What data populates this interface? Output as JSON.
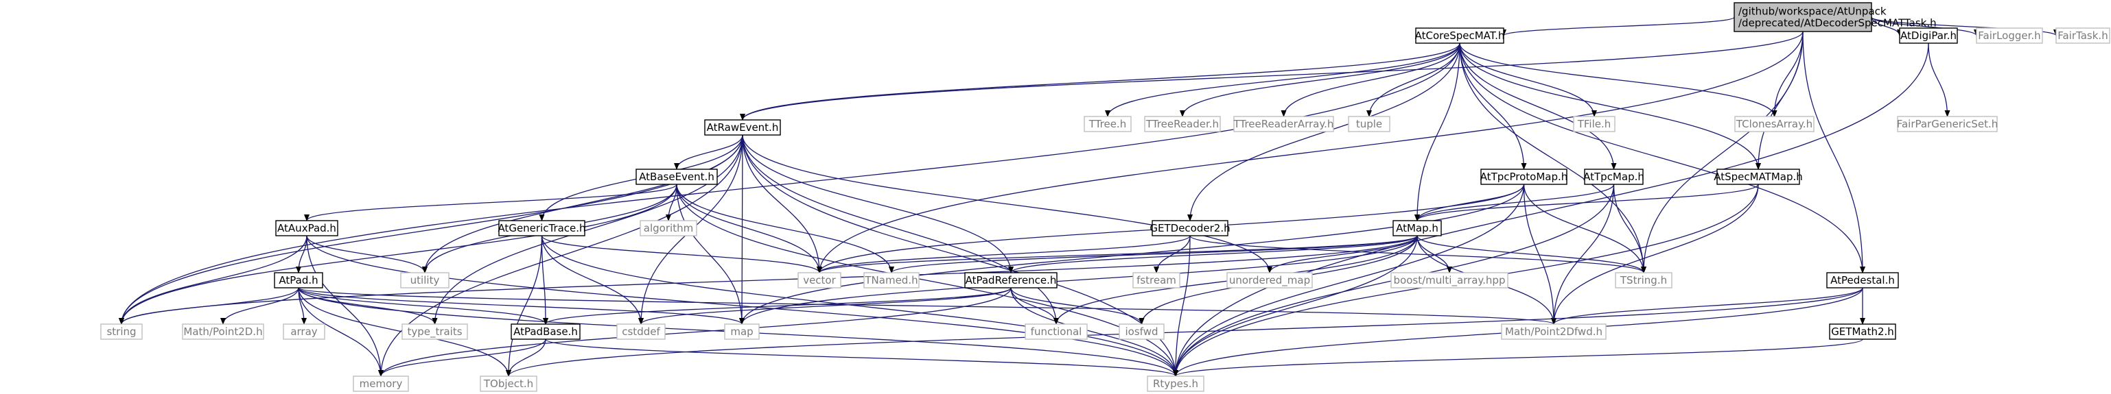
{
  "graph": {
    "nodes": [
      {
        "id": "root",
        "lines": [
          "/github/workspace/AtUnpack",
          "/deprecated/AtDecoderSpecMATTask.h"
        ],
        "kind": "root"
      },
      {
        "id": "AtCoreSpecMAT",
        "lines": [
          "AtCoreSpecMAT.h"
        ],
        "kind": "file"
      },
      {
        "id": "AtDigiPar",
        "lines": [
          "AtDigiPar.h"
        ],
        "kind": "file"
      },
      {
        "id": "FairLogger",
        "lines": [
          "FairLogger.h"
        ],
        "kind": "system"
      },
      {
        "id": "FairTask",
        "lines": [
          "FairTask.h"
        ],
        "kind": "system"
      },
      {
        "id": "FairParGenericSet",
        "lines": [
          "FairParGenericSet.h"
        ],
        "kind": "system"
      },
      {
        "id": "AtRawEvent",
        "lines": [
          "AtRawEvent.h"
        ],
        "kind": "file"
      },
      {
        "id": "TTree",
        "lines": [
          "TTree.h"
        ],
        "kind": "system"
      },
      {
        "id": "TTreeReader",
        "lines": [
          "TTreeReader.h"
        ],
        "kind": "system"
      },
      {
        "id": "TTreeReaderArray",
        "lines": [
          "TTreeReaderArray.h"
        ],
        "kind": "system"
      },
      {
        "id": "tuple",
        "lines": [
          "tuple"
        ],
        "kind": "system"
      },
      {
        "id": "TFile",
        "lines": [
          "TFile.h"
        ],
        "kind": "system"
      },
      {
        "id": "TClonesArray",
        "lines": [
          "TClonesArray.h"
        ],
        "kind": "system"
      },
      {
        "id": "AtBaseEvent",
        "lines": [
          "AtBaseEvent.h"
        ],
        "kind": "file"
      },
      {
        "id": "AtTpcProtoMap",
        "lines": [
          "AtTpcProtoMap.h"
        ],
        "kind": "file"
      },
      {
        "id": "AtTpcMap",
        "lines": [
          "AtTpcMap.h"
        ],
        "kind": "file"
      },
      {
        "id": "AtSpecMATMap",
        "lines": [
          "AtSpecMATMap.h"
        ],
        "kind": "file"
      },
      {
        "id": "AtAuxPad",
        "lines": [
          "AtAuxPad.h"
        ],
        "kind": "file"
      },
      {
        "id": "AtGenericTrace",
        "lines": [
          "AtGenericTrace.h"
        ],
        "kind": "file"
      },
      {
        "id": "algorithm",
        "lines": [
          "algorithm"
        ],
        "kind": "system"
      },
      {
        "id": "GETDecoder2",
        "lines": [
          "GETDecoder2.h"
        ],
        "kind": "file"
      },
      {
        "id": "AtMap",
        "lines": [
          "AtMap.h"
        ],
        "kind": "file"
      },
      {
        "id": "utility",
        "lines": [
          "utility"
        ],
        "kind": "system"
      },
      {
        "id": "vector",
        "lines": [
          "vector"
        ],
        "kind": "system"
      },
      {
        "id": "TNamed",
        "lines": [
          "TNamed.h"
        ],
        "kind": "system"
      },
      {
        "id": "fstream",
        "lines": [
          "fstream"
        ],
        "kind": "system"
      },
      {
        "id": "unordered_map",
        "lines": [
          "unordered_map"
        ],
        "kind": "system"
      },
      {
        "id": "boost_multi_array",
        "lines": [
          "boost/multi_array.hpp"
        ],
        "kind": "system"
      },
      {
        "id": "TString",
        "lines": [
          "TString.h"
        ],
        "kind": "system"
      },
      {
        "id": "AtPad",
        "lines": [
          "AtPad.h"
        ],
        "kind": "file"
      },
      {
        "id": "AtPadReference",
        "lines": [
          "AtPadReference.h"
        ],
        "kind": "file"
      },
      {
        "id": "AtPedestal",
        "lines": [
          "AtPedestal.h"
        ],
        "kind": "file"
      },
      {
        "id": "string",
        "lines": [
          "string"
        ],
        "kind": "system"
      },
      {
        "id": "Point2D",
        "lines": [
          "Math/Point2D.h"
        ],
        "kind": "system"
      },
      {
        "id": "array",
        "lines": [
          "array"
        ],
        "kind": "system"
      },
      {
        "id": "type_traits",
        "lines": [
          "type_traits"
        ],
        "kind": "system"
      },
      {
        "id": "cstddef",
        "lines": [
          "cstddef"
        ],
        "kind": "system"
      },
      {
        "id": "map",
        "lines": [
          "map"
        ],
        "kind": "system"
      },
      {
        "id": "functional",
        "lines": [
          "functional"
        ],
        "kind": "system"
      },
      {
        "id": "iosfwd",
        "lines": [
          "iosfwd"
        ],
        "kind": "system"
      },
      {
        "id": "Point2Dfwd",
        "lines": [
          "Math/Point2Dfwd.h"
        ],
        "kind": "system"
      },
      {
        "id": "AtPadBase",
        "lines": [
          "AtPadBase.h"
        ],
        "kind": "file"
      },
      {
        "id": "GETMath2",
        "lines": [
          "GETMath2.h"
        ],
        "kind": "file"
      },
      {
        "id": "memory",
        "lines": [
          "memory"
        ],
        "kind": "system"
      },
      {
        "id": "TObject",
        "lines": [
          "TObject.h"
        ],
        "kind": "system"
      },
      {
        "id": "Rtypes",
        "lines": [
          "Rtypes.h"
        ],
        "kind": "system"
      }
    ],
    "edges": [
      [
        "root",
        "AtCoreSpecMAT"
      ],
      [
        "root",
        "AtDigiPar"
      ],
      [
        "root",
        "FairLogger"
      ],
      [
        "root",
        "FairTask"
      ],
      [
        "root",
        "AtRawEvent"
      ],
      [
        "root",
        "TClonesArray"
      ],
      [
        "root",
        "AtSpecMATMap"
      ],
      [
        "root",
        "AtPedestal"
      ],
      [
        "root",
        "TString"
      ],
      [
        "root",
        "vector"
      ],
      [
        "AtDigiPar",
        "FairParGenericSet"
      ],
      [
        "AtDigiPar",
        "Rtypes"
      ],
      [
        "AtCoreSpecMAT",
        "AtRawEvent"
      ],
      [
        "AtCoreSpecMAT",
        "TTree"
      ],
      [
        "AtCoreSpecMAT",
        "TTreeReader"
      ],
      [
        "AtCoreSpecMAT",
        "TTreeReaderArray"
      ],
      [
        "AtCoreSpecMAT",
        "tuple"
      ],
      [
        "AtCoreSpecMAT",
        "TFile"
      ],
      [
        "AtCoreSpecMAT",
        "TClonesArray"
      ],
      [
        "AtCoreSpecMAT",
        "AtTpcProtoMap"
      ],
      [
        "AtCoreSpecMAT",
        "AtTpcMap"
      ],
      [
        "AtCoreSpecMAT",
        "AtSpecMATMap"
      ],
      [
        "AtCoreSpecMAT",
        "GETDecoder2"
      ],
      [
        "AtCoreSpecMAT",
        "AtMap"
      ],
      [
        "AtCoreSpecMAT",
        "AtPedestal"
      ],
      [
        "AtCoreSpecMAT",
        "TString"
      ],
      [
        "AtCoreSpecMAT",
        "string"
      ],
      [
        "AtRawEvent",
        "AtBaseEvent"
      ],
      [
        "AtRawEvent",
        "AtGenericTrace"
      ],
      [
        "AtRawEvent",
        "AtPadReference"
      ],
      [
        "AtRawEvent",
        "vector"
      ],
      [
        "AtRawEvent",
        "map"
      ],
      [
        "AtRawEvent",
        "utility"
      ],
      [
        "AtRawEvent",
        "type_traits"
      ],
      [
        "AtRawEvent",
        "unordered_map"
      ],
      [
        "AtRawEvent",
        "functional"
      ],
      [
        "AtRawEvent",
        "memory"
      ],
      [
        "AtRawEvent",
        "string"
      ],
      [
        "AtRawEvent",
        "Rtypes"
      ],
      [
        "AtRawEvent",
        "cstddef"
      ],
      [
        "AtBaseEvent",
        "AtAuxPad"
      ],
      [
        "AtBaseEvent",
        "algorithm"
      ],
      [
        "AtBaseEvent",
        "utility"
      ],
      [
        "AtBaseEvent",
        "TNamed"
      ],
      [
        "AtBaseEvent",
        "vector"
      ],
      [
        "AtBaseEvent",
        "string"
      ],
      [
        "AtBaseEvent",
        "map"
      ],
      [
        "AtBaseEvent",
        "Rtypes"
      ],
      [
        "AtAuxPad",
        "AtPad"
      ],
      [
        "AtAuxPad",
        "utility"
      ],
      [
        "AtAuxPad",
        "string"
      ],
      [
        "AtAuxPad",
        "memory"
      ],
      [
        "AtAuxPad",
        "Rtypes"
      ],
      [
        "AtPad",
        "AtPadBase"
      ],
      [
        "AtPad",
        "string"
      ],
      [
        "AtPad",
        "Point2D"
      ],
      [
        "AtPad",
        "array"
      ],
      [
        "AtPad",
        "type_traits"
      ],
      [
        "AtPad",
        "memory"
      ],
      [
        "AtPad",
        "map"
      ],
      [
        "AtPad",
        "Rtypes"
      ],
      [
        "AtPad",
        "Point2Dfwd"
      ],
      [
        "AtPad",
        "TObject"
      ],
      [
        "AtGenericTrace",
        "AtPadBase"
      ],
      [
        "AtGenericTrace",
        "vector"
      ],
      [
        "AtGenericTrace",
        "cstddef"
      ],
      [
        "AtGenericTrace",
        "TObject"
      ],
      [
        "AtGenericTrace",
        "Rtypes"
      ],
      [
        "AtPadBase",
        "memory"
      ],
      [
        "AtPadBase",
        "TObject"
      ],
      [
        "AtPadBase",
        "Rtypes"
      ],
      [
        "AtPadReference",
        "functional"
      ],
      [
        "AtPadReference",
        "iosfwd"
      ],
      [
        "AtPadReference",
        "Rtypes"
      ],
      [
        "AtPadReference",
        "cstddef"
      ],
      [
        "AtPadReference",
        "memory"
      ],
      [
        "AtPadReference",
        "AtPadBase"
      ],
      [
        "AtTpcProtoMap",
        "AtMap"
      ],
      [
        "AtTpcProtoMap",
        "vector"
      ],
      [
        "AtTpcProtoMap",
        "TString"
      ],
      [
        "AtTpcProtoMap",
        "Point2Dfwd"
      ],
      [
        "AtTpcProtoMap",
        "map"
      ],
      [
        "AtTpcProtoMap",
        "Rtypes"
      ],
      [
        "AtTpcMap",
        "AtMap"
      ],
      [
        "AtTpcMap",
        "Point2Dfwd"
      ],
      [
        "AtTpcMap",
        "TString"
      ],
      [
        "AtTpcMap",
        "Rtypes"
      ],
      [
        "AtSpecMATMap",
        "AtMap"
      ],
      [
        "AtSpecMATMap",
        "Point2Dfwd"
      ],
      [
        "AtSpecMATMap",
        "Rtypes"
      ],
      [
        "GETDecoder2",
        "vector"
      ],
      [
        "GETDecoder2",
        "fstream"
      ],
      [
        "GETDecoder2",
        "TString"
      ],
      [
        "GETDecoder2",
        "Rtypes"
      ],
      [
        "AtMap",
        "AtPadReference"
      ],
      [
        "AtMap",
        "TNamed"
      ],
      [
        "AtMap",
        "vector"
      ],
      [
        "AtMap",
        "unordered_map"
      ],
      [
        "AtMap",
        "boost_multi_array"
      ],
      [
        "AtMap",
        "TString"
      ],
      [
        "AtMap",
        "Point2Dfwd"
      ],
      [
        "AtMap",
        "map"
      ],
      [
        "AtMap",
        "iosfwd"
      ],
      [
        "AtMap",
        "functional"
      ],
      [
        "AtMap",
        "Rtypes"
      ],
      [
        "AtMap",
        "string"
      ],
      [
        "AtPedestal",
        "Point2Dfwd"
      ],
      [
        "AtPedestal",
        "GETMath2"
      ],
      [
        "AtPedestal",
        "Rtypes"
      ],
      [
        "AtPedestal",
        "TObject"
      ],
      [
        "GETMath2",
        "Rtypes"
      ]
    ]
  }
}
